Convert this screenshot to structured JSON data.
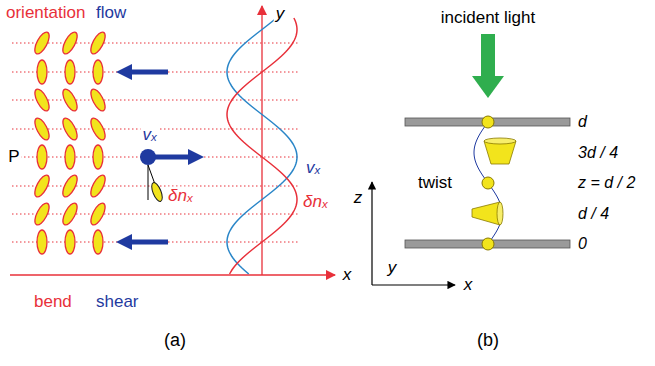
{
  "diagram": {
    "labels": [
      "orientation",
      "flow",
      "y",
      "P",
      "vₓ",
      "δnₓ",
      "vₓ",
      "δnₓ",
      "x",
      "bend",
      "shear",
      "(a)",
      "incident light",
      "d",
      "3d / 4",
      "z = d / 2",
      "d / 4",
      "0",
      "twist",
      "z",
      "y",
      "x",
      "(b)"
    ]
  }
}
